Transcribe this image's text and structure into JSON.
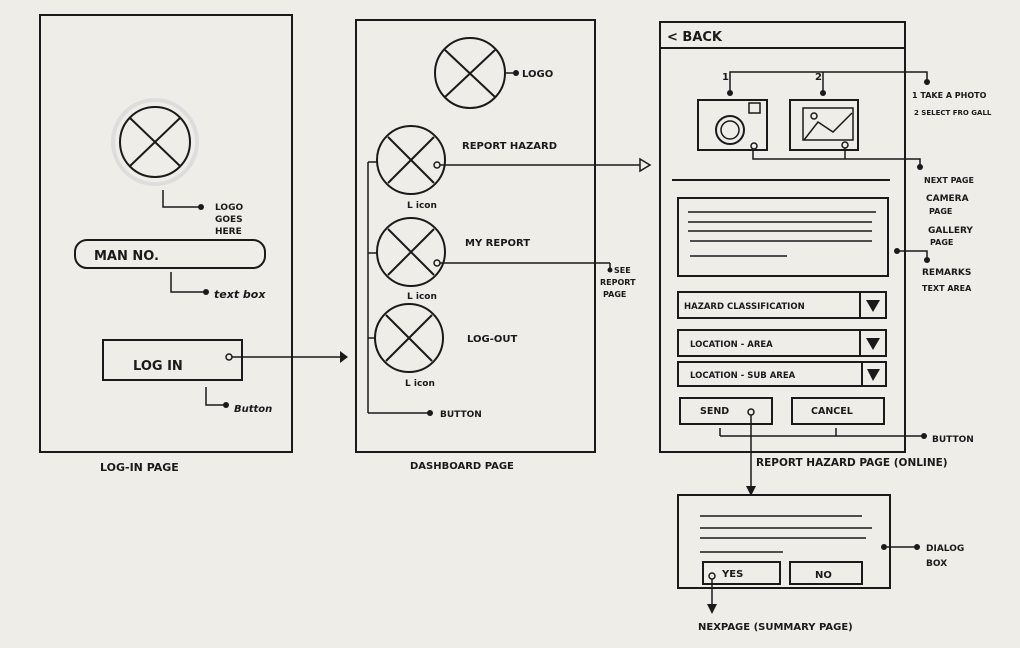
{
  "login_page": {
    "caption": "LOG-IN PAGE",
    "logo_note": [
      "LOGO",
      "GOES",
      "HERE"
    ],
    "input_label": "MAN NO.",
    "input_note": "text box",
    "button_label": "LOG IN",
    "button_note": "Button"
  },
  "dashboard_page": {
    "caption": "DASHBOARD PAGE",
    "logo_note": "LOGO",
    "items": [
      {
        "label": "REPORT HAZARD",
        "icon_note": "L icon"
      },
      {
        "label": "MY REPORT",
        "icon_note": "L icon"
      },
      {
        "label": "LOG-OUT",
        "icon_note": "L icon"
      }
    ],
    "button_note": "BUTTON",
    "see_report_note": [
      "SEE",
      "REPORT",
      "PAGE"
    ]
  },
  "report_page": {
    "caption": "REPORT HAZARD PAGE (ONLINE)",
    "back_label": "< BACK",
    "photo_numbers": [
      "1",
      "2"
    ],
    "photo_notes": [
      "1 TAKE A PHOTO",
      "2 SELECT FRO GALL"
    ],
    "next_page_notes": [
      "NEXT PAGE",
      "CAMERA",
      "PAGE",
      "GALLERY",
      "PAGE"
    ],
    "remarks_note": [
      "REMARKS",
      "TEXT AREA"
    ],
    "dropdowns": [
      "HAZARD CLASSIFICATION",
      "LOCATION - AREA",
      "LOCATION - SUB AREA"
    ],
    "send_label": "SEND",
    "cancel_label": "CANCEL",
    "button_note": "BUTTON"
  },
  "dialog": {
    "note": [
      "DIALOG",
      "BOX"
    ],
    "yes_label": "YES",
    "no_label": "NO",
    "next_note": "NEXPAGE (SUMMARY PAGE)"
  }
}
